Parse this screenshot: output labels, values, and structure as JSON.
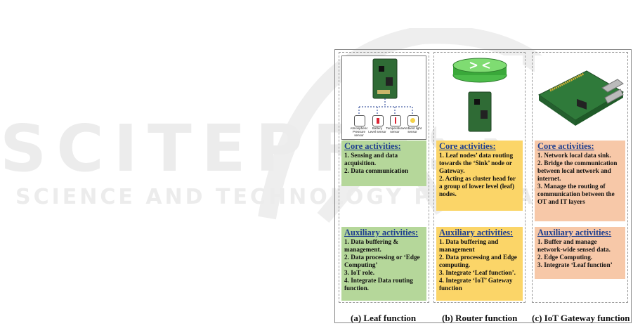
{
  "watermark": {
    "big": "SCITEPRESS",
    "small": "SCIENCE AND TECHNOLOGY PUBLICATIONS"
  },
  "columns": [
    {
      "caption": "(a) Leaf function",
      "core_title": "Core activities:",
      "core_items": [
        "1. Sensing and data acquisition.",
        "2. Data communication"
      ],
      "aux_title": "Auxiliary activities:",
      "aux_items": [
        "1. Data buffering & management.",
        "2. Data processing or ‘Edge Computing’",
        "3. IoT role.",
        "4. Integrate Data routing function."
      ],
      "sensors": [
        "Atmospheric Pressure sensor",
        "Battery Level sensor",
        "Temperature sensor",
        "Ambient light sensor"
      ],
      "color": "#b5d79a"
    },
    {
      "caption": "(b) Router function",
      "core_title": "Core activities:",
      "core_items": [
        "1. Leaf nodes’ data routing towards the ‘Sink’ node or Gateway.",
        "2. Acting as cluster head for a group of lower level (leaf) nodes."
      ],
      "aux_title": "Auxiliary activities:",
      "aux_items": [
        "1. Data buffering and management",
        "2. Data processing and Edge computing.",
        "3. Integrate ‘Leaf function’.",
        "4. Integrate ‘IoT’ Gateway function"
      ],
      "color": "#fbd568"
    },
    {
      "caption": "(c) IoT Gateway function",
      "core_title": "Core activities:",
      "core_items": [
        "1. Network local data sink.",
        "2. Bridge the communication between local network and internet.",
        "3. Manage the routing of communication between the OT and IT layers"
      ],
      "aux_title": "Auxiliary activities:",
      "aux_items": [
        "1. Buffer and manage network-wide sensed data.",
        "2. Edge Computing.",
        "3. Integrate ‘Leaf function’"
      ],
      "color": "#f7c8a8"
    }
  ]
}
